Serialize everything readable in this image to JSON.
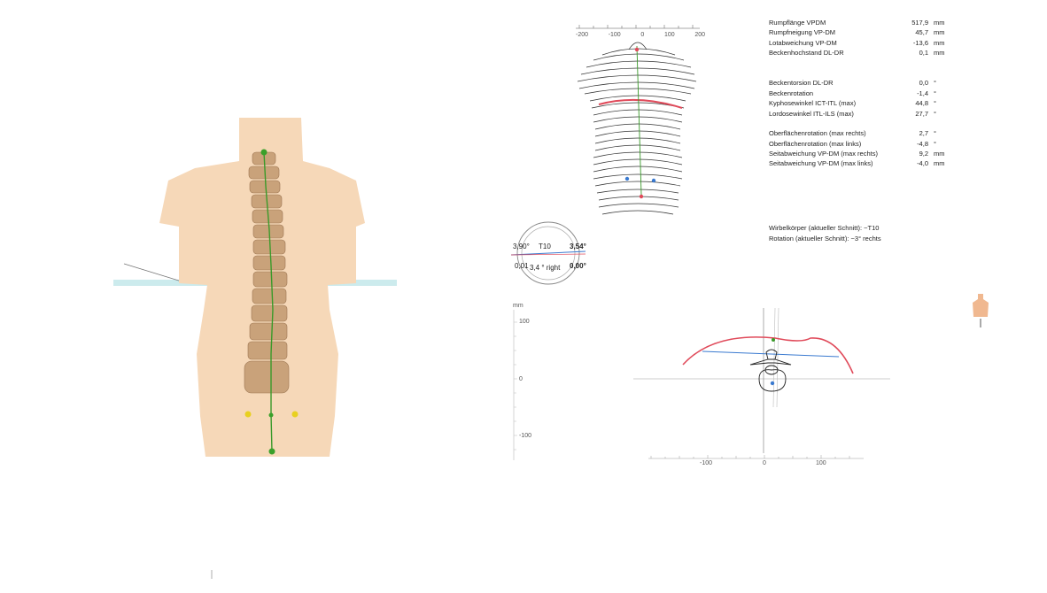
{
  "topo": {
    "ticks": [
      "-200",
      "-100",
      "0",
      "100",
      "200"
    ]
  },
  "measurements": {
    "group1": [
      {
        "label": "Rumpflänge VPDM",
        "value": "517,9",
        "unit": "mm"
      },
      {
        "label": "Rumpfneigung VP-DM",
        "value": "45,7",
        "unit": "mm"
      },
      {
        "label": "Lotabweichung VP-DM",
        "value": "-13,6",
        "unit": "mm"
      },
      {
        "label": "Beckenhochstand DL-DR",
        "value": "0,1",
        "unit": "mm"
      }
    ],
    "group2": [
      {
        "label": "Beckentorsion DL-DR",
        "value": "0,0",
        "unit": "°"
      },
      {
        "label": "Beckenrotation",
        "value": "-1,4",
        "unit": "°"
      },
      {
        "label": "Kyphosewinkel ICT-ITL (max)",
        "value": "44,8",
        "unit": "°"
      },
      {
        "label": "Lordosewinkel ITL-ILS (max)",
        "value": "27,7",
        "unit": "°"
      }
    ],
    "group3": [
      {
        "label": "Oberflächenrotation (max rechts)",
        "value": "2,7",
        "unit": "°"
      },
      {
        "label": "Oberflächenrotation (max links)",
        "value": "-4,8",
        "unit": "°"
      },
      {
        "label": "Seitabweichung VP-DM (max rechts)",
        "value": "9,2",
        "unit": "mm"
      },
      {
        "label": "Seitabweichung VP-DM (max links)",
        "value": "-4,0",
        "unit": "mm"
      }
    ]
  },
  "section": {
    "vertebra": "Wirbelkörper (aktueller Schnitt):  ~T10",
    "rotation": "Rotation (aktueller Schnitt):  ~3° rechts"
  },
  "dial": {
    "left_top": "3,90°",
    "center": "T10",
    "right_top": "3,54°",
    "left_bottom": "0,01",
    "center_bottom": "3,4 ° right",
    "right_bottom": "0,00°"
  },
  "section_plot": {
    "y_unit": "mm",
    "y_ticks": [
      "100",
      "0",
      "-100"
    ],
    "x_ticks": [
      "-100",
      "0",
      "100"
    ]
  },
  "colors": {
    "skin": "#f6d8b8",
    "bone": "#c9a27a",
    "spine_line": "#3a9a2a",
    "red_curve": "#e04a5a",
    "blue_line": "#3a7ad0",
    "floor": "#bfe6e8"
  }
}
